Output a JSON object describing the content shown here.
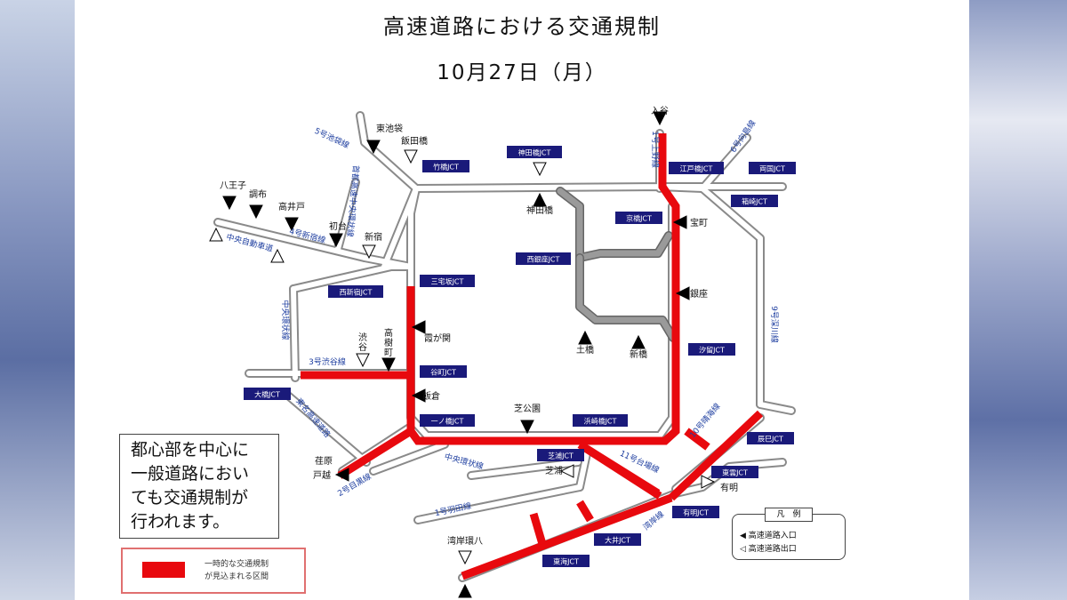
{
  "title": "高速道路における交通規制",
  "date": "10月27日（月）",
  "note": [
    "都心部を中心に",
    "一般道路におい",
    "ても交通規制が",
    "行われます。"
  ],
  "legend_restriction": [
    "一時的な交通規制",
    "が見込まれる区間"
  ],
  "legend_box": {
    "header": "凡　例",
    "entrance": "高速道路入口",
    "exit": "高速道路出口"
  },
  "colors": {
    "restriction": "#e8090e",
    "road": "#ffffff",
    "road_edge": "#8a8a8a",
    "closed_gray": "#9a9a9a",
    "jct_box": "#1a1a7a",
    "route_text": "#1f3fa0"
  },
  "jct_boxes": [
    {
      "label": "竹橋JCT"
    },
    {
      "label": "神田橋JCT"
    },
    {
      "label": "江戸橋JCT"
    },
    {
      "label": "両国JCT"
    },
    {
      "label": "箱崎JCT"
    },
    {
      "label": "京橋JCT"
    },
    {
      "label": "西銀座JCT"
    },
    {
      "label": "三宅坂JCT"
    },
    {
      "label": "西新宿JCT"
    },
    {
      "label": "汐留JCT"
    },
    {
      "label": "谷町JCT"
    },
    {
      "label": "大橋JCT"
    },
    {
      "label": "一ノ橋JCT"
    },
    {
      "label": "浜崎橋JCT"
    },
    {
      "label": "辰巳JCT"
    },
    {
      "label": "芝浦JCT"
    },
    {
      "label": "東雲JCT"
    },
    {
      "label": "有明JCT"
    },
    {
      "label": "大井JCT"
    },
    {
      "label": "東海JCT"
    }
  ],
  "place_labels": [
    {
      "label": "入谷"
    },
    {
      "label": "東池袋"
    },
    {
      "label": "飯田橋"
    },
    {
      "label": "八王子"
    },
    {
      "label": "調布"
    },
    {
      "label": "高井戸"
    },
    {
      "label": "初台"
    },
    {
      "label": "新宿"
    },
    {
      "label": "神田橋"
    },
    {
      "label": "宝町"
    },
    {
      "label": "銀座"
    },
    {
      "label": "土橋"
    },
    {
      "label": "新橋"
    },
    {
      "label": "渋谷"
    },
    {
      "label": "高樹町"
    },
    {
      "label": "霞が関"
    },
    {
      "label": "飯倉"
    },
    {
      "label": "芝公園"
    },
    {
      "label": "芝浦"
    },
    {
      "label": "有明"
    },
    {
      "label": "荏原"
    },
    {
      "label": "戸越"
    },
    {
      "label": "湾岸環八"
    }
  ],
  "route_labels": [
    {
      "label": "5号池袋線"
    },
    {
      "label": "6号向島線"
    },
    {
      "label": "1号上野線"
    },
    {
      "label": "4号新宿線"
    },
    {
      "label": "中央自動車道"
    },
    {
      "label": "首都高速中央環状線"
    },
    {
      "label": "中央環状線"
    },
    {
      "label": "3号渋谷線"
    },
    {
      "label": "東名高速道路"
    },
    {
      "label": "2号目黒線"
    },
    {
      "label": "中央環状線"
    },
    {
      "label": "1号羽田線"
    },
    {
      "label": "11号台場線"
    },
    {
      "label": "湾岸線"
    },
    {
      "label": "10号晴海線"
    },
    {
      "label": "9号深川線"
    }
  ]
}
